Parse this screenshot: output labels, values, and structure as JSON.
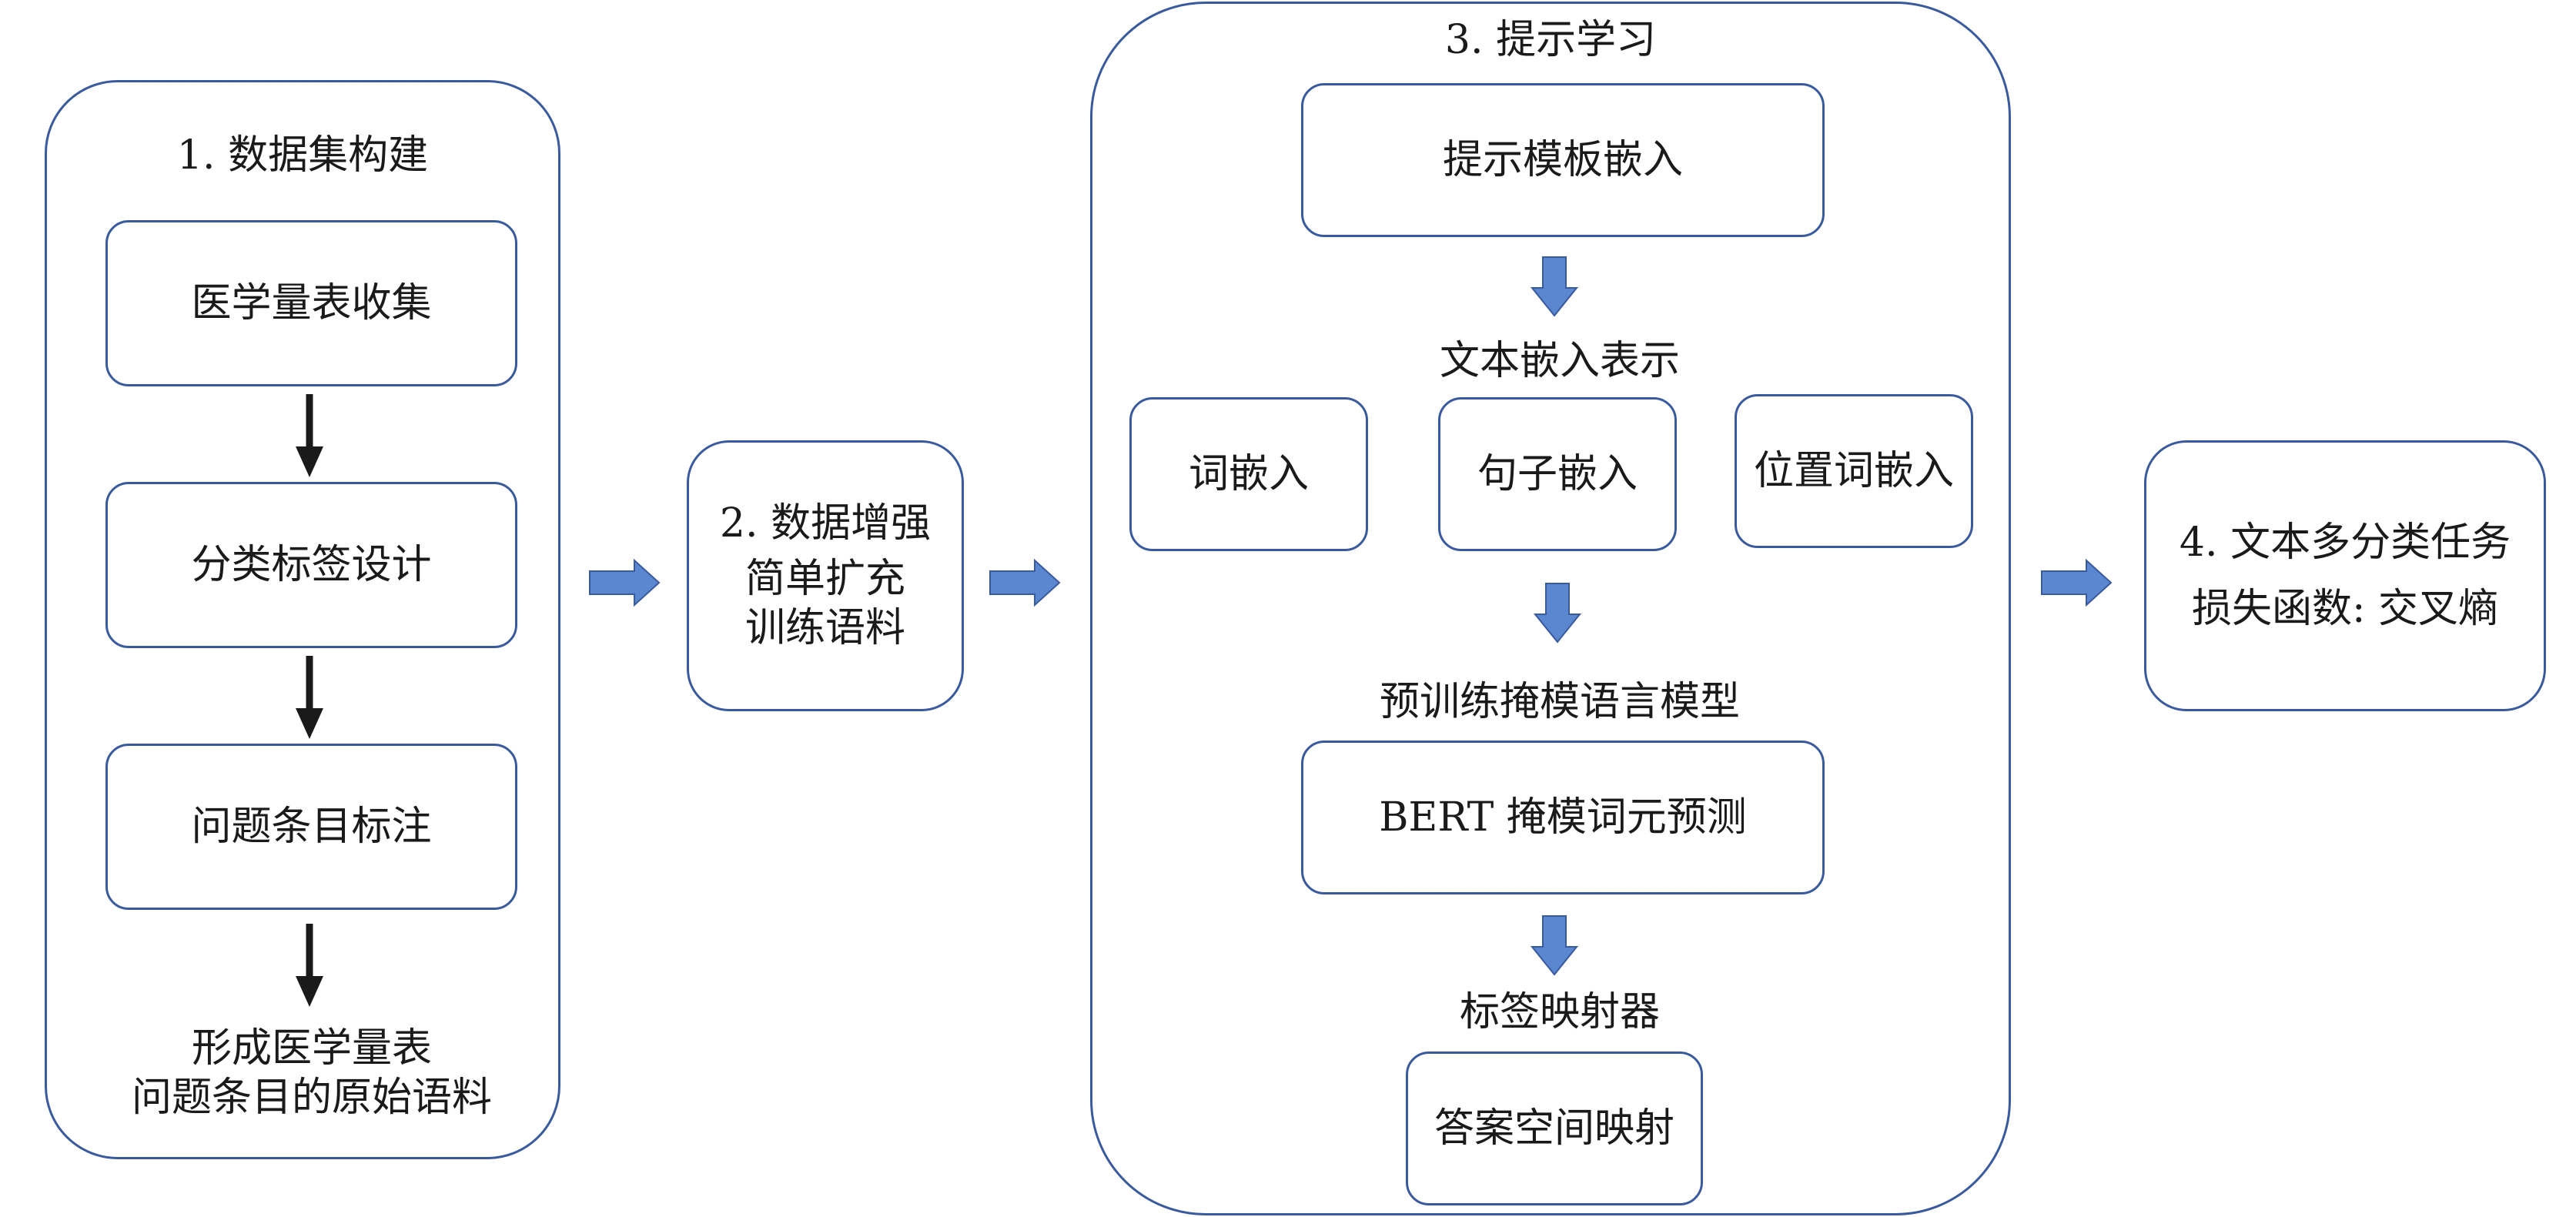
{
  "stage1": {
    "title": "1. 数据集构建",
    "steps": [
      "医学量表收集",
      "分类标签设计",
      "问题条目标注"
    ],
    "output_line1": "形成医学量表",
    "output_line2": "问题条目的原始语料"
  },
  "stage2": {
    "title": "2. 数据增强",
    "line1": "简单扩充",
    "line2": "训练语料"
  },
  "stage3": {
    "title": "3. 提示学习",
    "template_embedding": "提示模板嵌入",
    "text_embedding_label": "文本嵌入表示",
    "embeddings": [
      "词嵌入",
      "句子嵌入",
      "位置词嵌入"
    ],
    "mlm_label": "预训练掩模语言模型",
    "mlm_box": "BERT 掩模词元预测",
    "verbalizer_label": "标签映射器",
    "verbalizer_box": "答案空间映射"
  },
  "stage4": {
    "line1": "4. 文本多分类任务",
    "line2": "损失函数: 交叉熵"
  },
  "colors": {
    "border": "#3a5a9e",
    "block_arrow": "#5b86d0",
    "black_arrow": "#1a1a1a"
  }
}
